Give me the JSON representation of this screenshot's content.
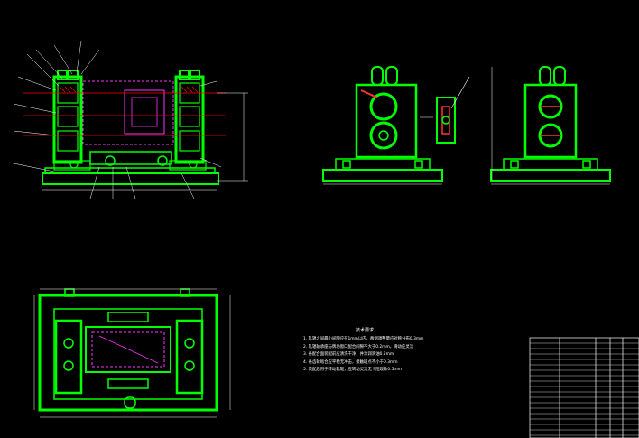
{
  "drawing": {
    "background": "#000000",
    "line_color": "#00ff00",
    "dim_color": "#ffffff",
    "accent_color": "#ff0000",
    "label_color": "#ffff00",
    "views": [
      "front-view",
      "side-view-1",
      "section-detail",
      "side-view-2",
      "top-view"
    ]
  },
  "notes": {
    "title": "技术要求",
    "lines": [
      "1. 轧辊之间最小间隙应在1mm以内，两侧调整量应对称分布0.3mm",
      "2. 轧辊轴承座与牌坊窗口配合间隙不大于0.2mm，滑动应灵活",
      "3. 各配合面装配前应清洗干净，并涂润滑油0.5mm",
      "4. 各齿轮啮合应平稳无冲击，接触斑点不小于0.3mm",
      "5. 装配后用手转动轧辊，应转动灵活无卡阻现象0.5mm"
    ]
  }
}
